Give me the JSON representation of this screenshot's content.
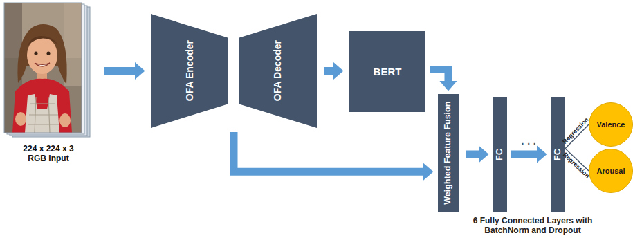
{
  "diagram": {
    "nodes": [
      {
        "text": [
          "224 x 224 x 3 RGB Input"
        ]
      },
      {
        "text": [
          "OFA Encoder"
        ]
      },
      {
        "text": [
          "OFA Decoder"
        ]
      },
      {
        "text": [
          "BERT"
        ]
      },
      {
        "text": [
          "Weighted Feature Fusion"
        ]
      },
      {
        "text": [
          "FC"
        ]
      },
      {
        "text": [
          "FC"
        ]
      },
      {
        "text": [
          "Valence"
        ]
      },
      {
        "text": [
          "Arousal"
        ]
      }
    ],
    "edges": [
      {
        "from": 0,
        "to": 1,
        "arrow": "to"
      },
      {
        "from": 2,
        "to": 3,
        "arrow": "to"
      },
      {
        "from": 3,
        "to": 4,
        "arrow": "to"
      },
      {
        "from": 1,
        "to": 4,
        "arrow": "to"
      },
      {
        "from": 4,
        "to": 5,
        "arrow": "to"
      },
      {
        "from": 5,
        "to": 6,
        "arrow": "to",
        "label": "· · ·"
      },
      {
        "from": 6,
        "to": 7,
        "arrow": "none",
        "label": "Regression"
      },
      {
        "from": 6,
        "to": 8,
        "arrow": "none",
        "label": "Regression"
      }
    ],
    "labels": [
      "6 Fully Connected Layers with BatchNorm and Dropout"
    ]
  }
}
